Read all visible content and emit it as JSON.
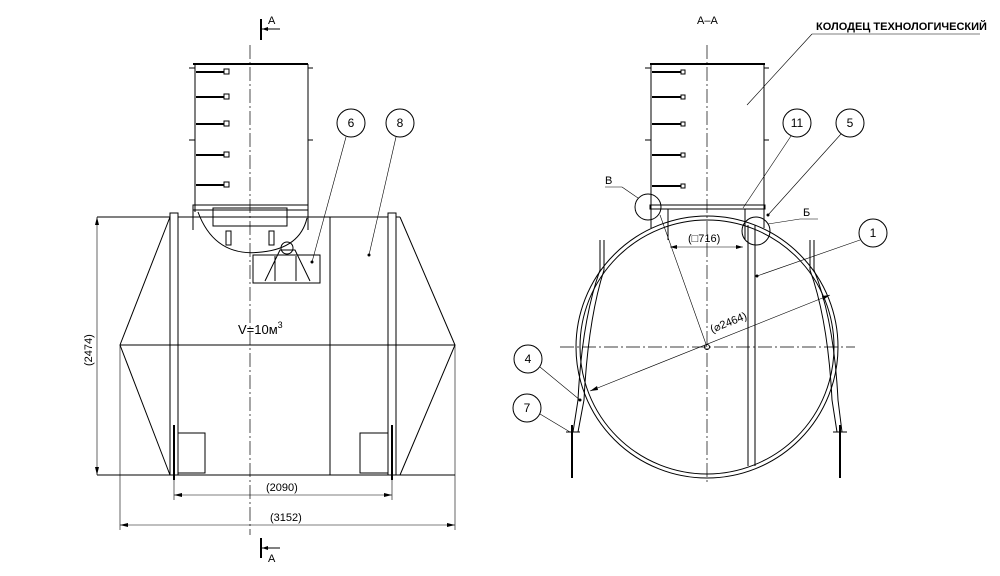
{
  "section_marks": {
    "top": "А",
    "bottom": "А",
    "view_title": "А–А"
  },
  "front_view": {
    "volume": "V=10м",
    "volume_sup": "3",
    "dim_height": "(2474)",
    "dim_support_span": "(2090)",
    "dim_overall_length": "(3152)",
    "balloons": [
      "6",
      "8"
    ]
  },
  "section_view": {
    "manhole_label": "КОЛОДЕЦ  ТЕХНОЛОГИЧЕСКИЙ",
    "dim_diameter": "(⌀2464)",
    "dim_hatch": "(□716)",
    "detail_b": "Б",
    "detail_v": "В",
    "balloons": [
      "11",
      "5",
      "1",
      "4",
      "7"
    ]
  }
}
